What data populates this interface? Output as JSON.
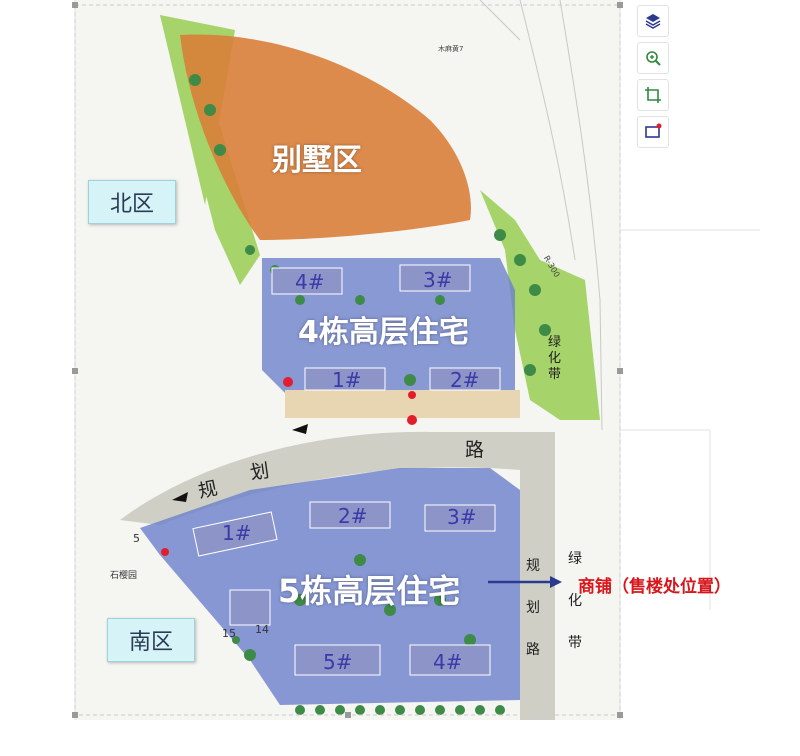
{
  "map": {
    "north_zone_label": "北区",
    "south_zone_label": "南区",
    "villa_area_label": "别墅区",
    "north_block_label": "4栋高层住宅",
    "south_block_label": "5栋高层住宅",
    "green_belt_label": [
      "绿",
      "化",
      "带"
    ],
    "road_main_label": [
      "规",
      "划",
      "路"
    ],
    "road_right_label": [
      "规",
      "划",
      "路"
    ],
    "green_belt_right_label": [
      "绿",
      "化",
      "带"
    ],
    "shop_callout": "商铺（售楼处位置）",
    "north_buildings": [
      "4#",
      "3#",
      "1#",
      "2#"
    ],
    "south_buildings": [
      "1#",
      "2#",
      "3#",
      "5#",
      "4#"
    ],
    "garden_label": "石樱园",
    "dist_labels": [
      "15",
      "14",
      "5"
    ],
    "road_code": "R-300",
    "road_name_small": "木麻黄7"
  },
  "toolbar": {
    "icons": [
      "layers-icon",
      "zoom-in-icon",
      "crop-icon",
      "screen-record-icon"
    ]
  },
  "colors": {
    "villa": "#d9803a",
    "blocks": "#6a7fcc",
    "green": "#a6d46a",
    "road": "#cfcfc6",
    "callout": "#d8171d",
    "arrow": "#2b3a8f"
  }
}
